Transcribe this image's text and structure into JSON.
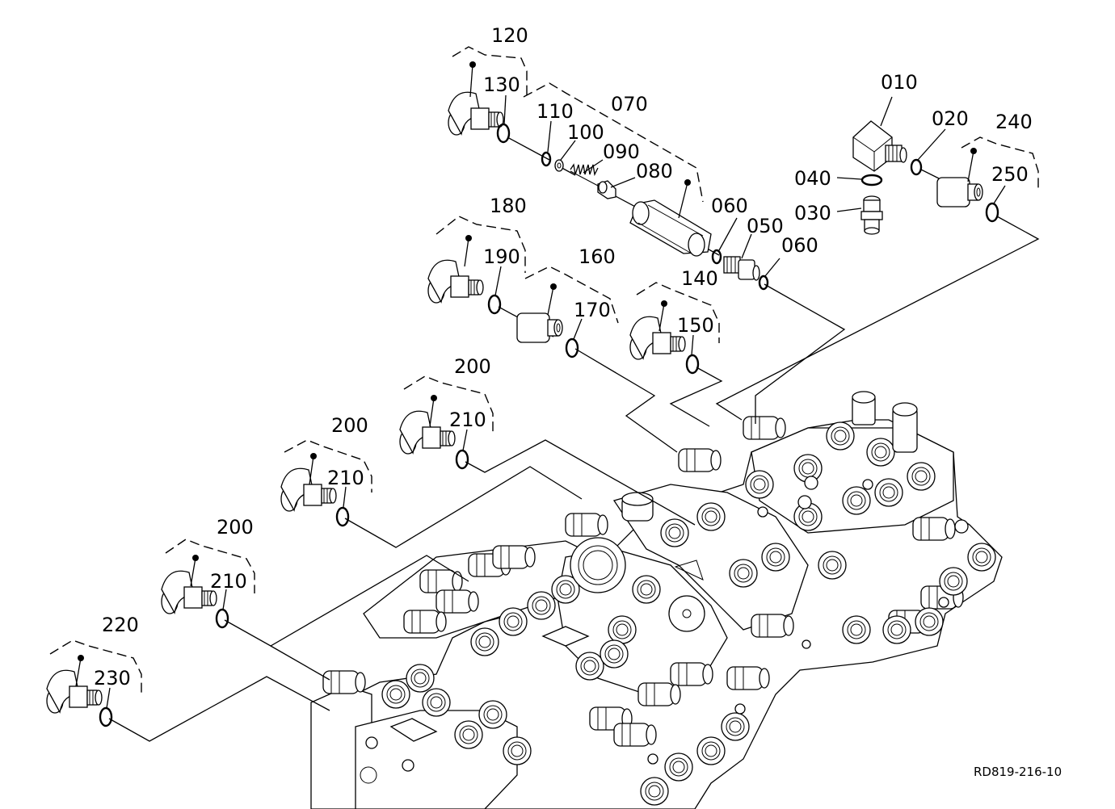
{
  "labels": {
    "p010": "010",
    "p020": "020",
    "p030": "030",
    "p040": "040",
    "p050": "050",
    "p060a": "060",
    "p060b": "060",
    "p070": "070",
    "p080": "080",
    "p090": "090",
    "p100": "100",
    "p110": "110",
    "p120": "120",
    "p130": "130",
    "p140": "140",
    "p150": "150",
    "p160": "160",
    "p170": "170",
    "p180": "180",
    "p190": "190",
    "p200a": "200",
    "p200b": "200",
    "p200c": "200",
    "p210a": "210",
    "p210b": "210",
    "p210c": "210",
    "p220": "220",
    "p230": "230",
    "p240": "240",
    "p250": "250"
  },
  "drawing_number": "RD819-216-10"
}
